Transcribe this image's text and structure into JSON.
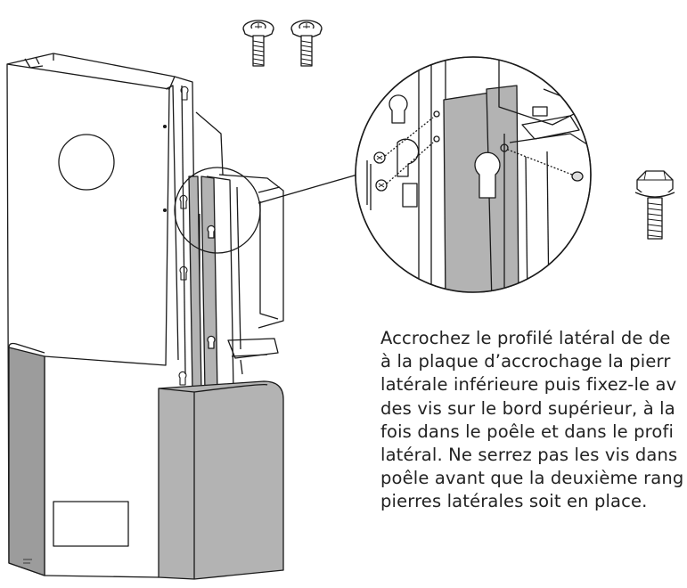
{
  "caption_lines": [
    "Accrochez le profilé latéral de de",
    "à la plaque d’accrochage la pierr",
    "latérale inférieure puis fixez-le av",
    "des vis sur le bord supérieur, à la",
    "fois dans le poêle et dans le profi",
    "latéral. Ne serrez pas les vis dans",
    "poêle avant que la deuxième rang",
    "pierres latérales soit en place."
  ],
  "colors": {
    "line": "#1a1a1a",
    "shaded_part": "#b3b3b3",
    "shaded_part_dark": "#9c9c9c",
    "background": "#ffffff"
  },
  "icons": [
    "screw-icon",
    "bolt-icon"
  ]
}
